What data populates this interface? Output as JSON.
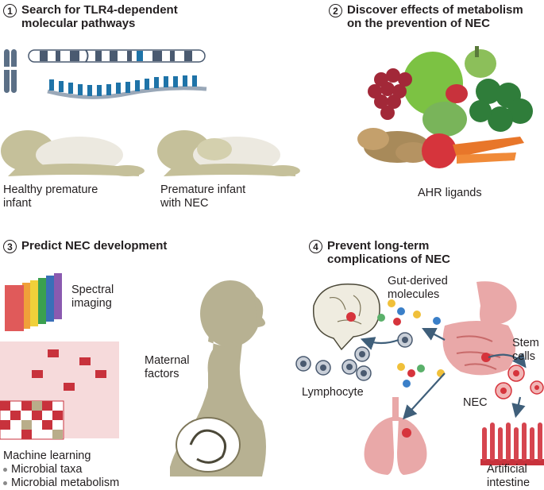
{
  "panels": [
    {
      "number": "1",
      "title": "Search for TLR4-dependent\nmolecular pathways"
    },
    {
      "number": "2",
      "title": "Discover effects of metabolism\non the prevention of NEC"
    },
    {
      "number": "3",
      "title": "Predict NEC development"
    },
    {
      "number": "4",
      "title": "Prevent long-term\ncomplications of NEC"
    }
  ],
  "labels": {
    "healthy_infant": "Healthy premature\ninfant",
    "nec_infant": "Premature infant\nwith NEC",
    "ahr_ligands": "AHR ligands",
    "spectral_imaging": "Spectral\nimaging",
    "maternal_factors": "Maternal\nfactors",
    "machine_learning": "Machine learning",
    "gut_derived": "Gut-derived\nmolecules",
    "stem_cells": "Stem\ncells",
    "lymphocyte": "Lymphocyte",
    "nec": "NEC",
    "artificial_intestine": "Artificial\nintestine"
  },
  "machine_learning_items": [
    "Microbial taxa",
    "Microbial metabolism"
  ],
  "colors": {
    "chromosome_blue": "#1e73a8",
    "infant_skin": "#c5c09a",
    "organ_pink": "#e9a8a8",
    "organ_red": "#d6454f",
    "arrow": "#3f5f7a",
    "silhouette": "#b7b192"
  }
}
